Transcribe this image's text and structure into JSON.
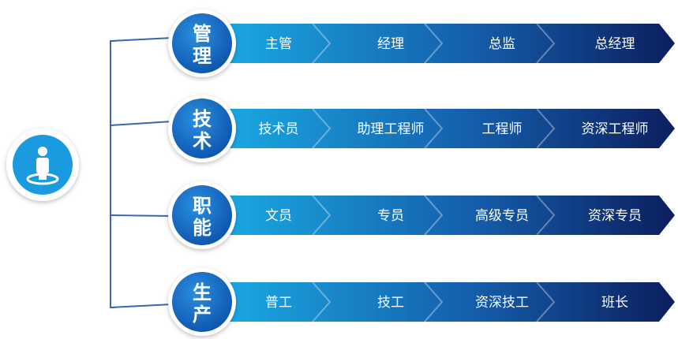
{
  "colors": {
    "accent": "#1a73c9",
    "gradient_start": "#1aaee6",
    "gradient_end": "#0c1f5e",
    "line": "#3a66b0"
  },
  "root": {
    "icon": "person-location-icon"
  },
  "tracks": [
    {
      "label_line1": "管",
      "label_line2": "理",
      "steps": [
        "主管",
        "经理",
        "总监",
        "总经理"
      ]
    },
    {
      "label_line1": "技",
      "label_line2": "术",
      "steps": [
        "技术员",
        "助理工程师",
        "工程师",
        "资深工程师"
      ]
    },
    {
      "label_line1": "职",
      "label_line2": "能",
      "steps": [
        "文员",
        "专员",
        "高级专员",
        "资深专员"
      ]
    },
    {
      "label_line1": "生",
      "label_line2": "产",
      "steps": [
        "普工",
        "技工",
        "资深技工",
        "班长"
      ]
    }
  ]
}
